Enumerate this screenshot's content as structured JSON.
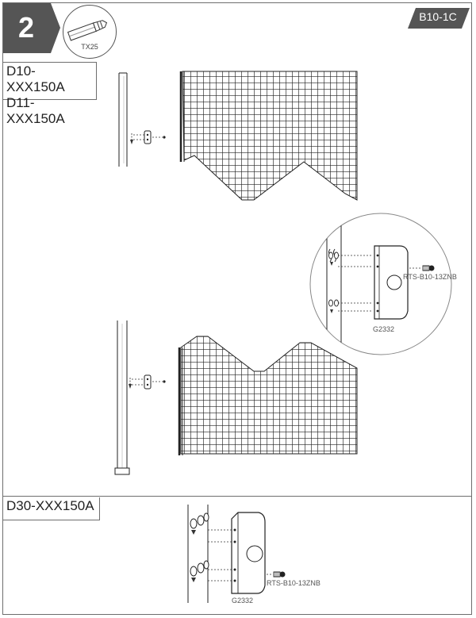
{
  "header": {
    "step_number": "2",
    "tool_label": "TX25",
    "page_code": "B10-1C"
  },
  "sections": {
    "top_models": [
      "D10-XXX150A",
      "D11-XXX150A"
    ],
    "bottom_model": "D30-XXX150A"
  },
  "callouts": {
    "detail_screw_label": "RTS-B10-13ZNB",
    "detail_bracket_label": "G2332",
    "bottom_screw_label": "RTS-B10-13ZNB",
    "bottom_bracket_label": "G2332"
  },
  "colors": {
    "badge": "#555555",
    "line": "#222222"
  },
  "icons": [
    "screwdriver-bit-icon",
    "screw-icon",
    "arrow-icon"
  ]
}
